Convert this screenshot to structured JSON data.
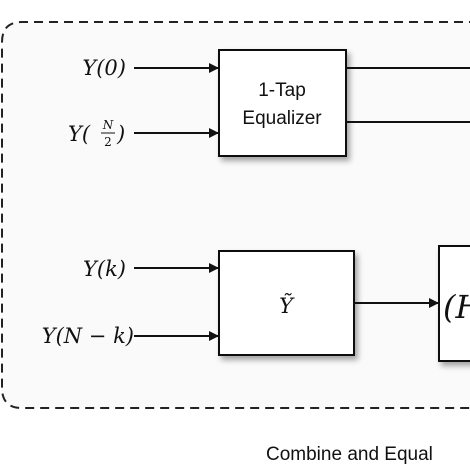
{
  "inputs": {
    "y0": "Y(0)",
    "yN2_pre": "Y(",
    "yN2_num": "N",
    "yN2_den": "2",
    "yN2_post": ")",
    "yk": "Y(k)",
    "yNk": "Y(N − k)"
  },
  "blocks": {
    "equalizer_line1": "1-Tap",
    "equalizer_line2": "Equalizer",
    "ytilde": "Ỹ",
    "partial_right": "(H"
  },
  "caption": "Combine and Equal"
}
